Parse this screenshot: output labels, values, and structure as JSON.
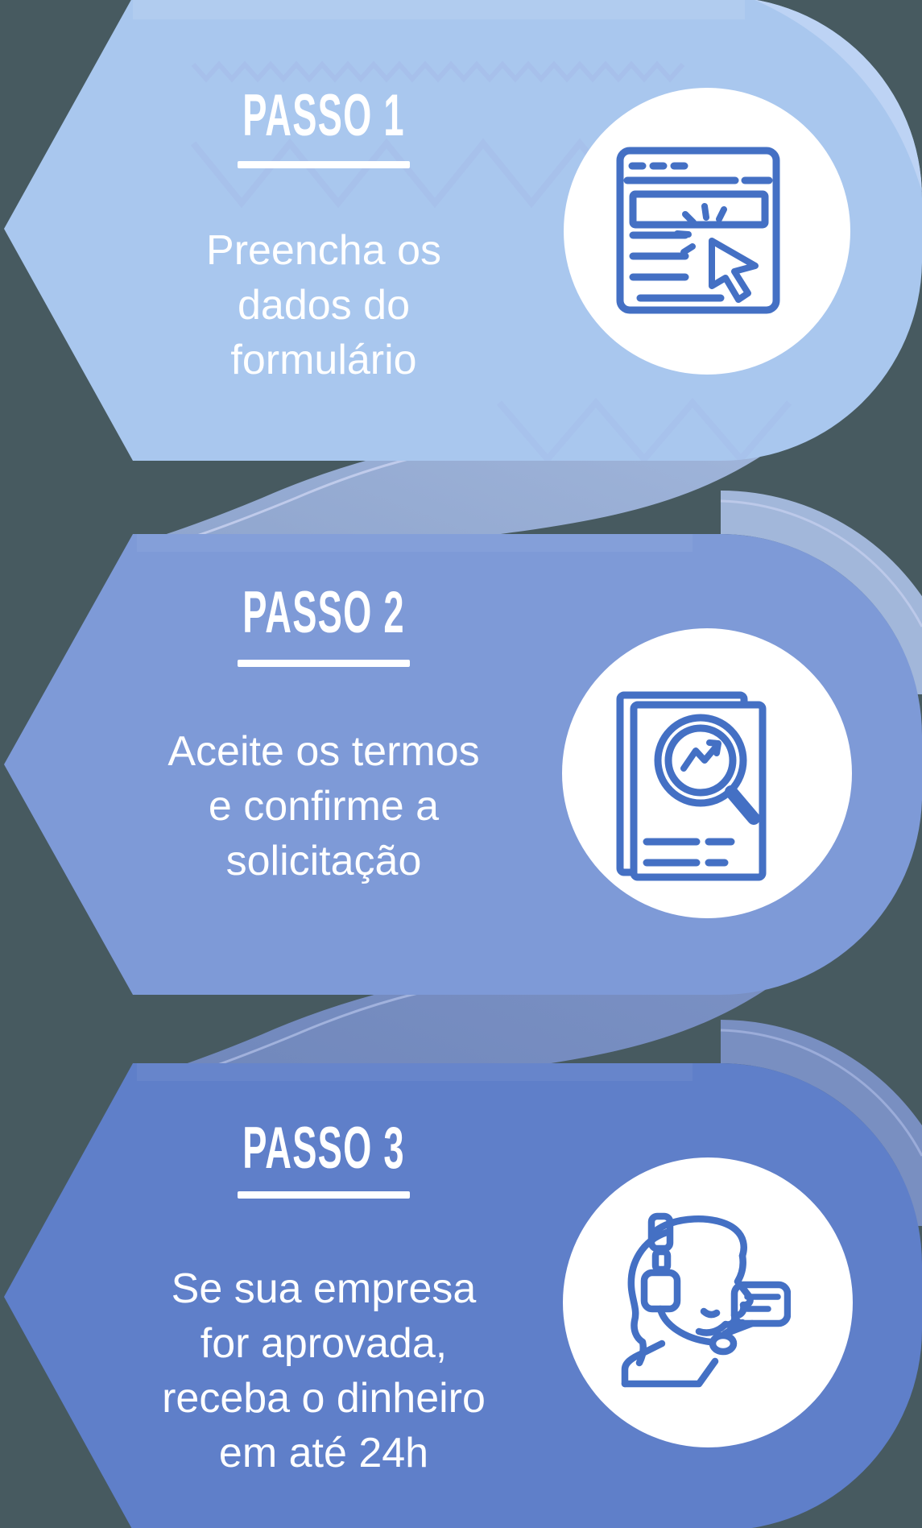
{
  "palette": {
    "background": "#475a60",
    "shape1": "#a9c7ee",
    "shape1_highlight": "#bdd3f4",
    "shape2": "#7e9ad7",
    "shape3": "#5f7fc9",
    "conn1_start": "#a6bbdf",
    "conn1_end": "#8da3cc",
    "conn1_hug": "#a5bade",
    "conn2_start": "#7e94c7",
    "conn2_end": "#6f86ba",
    "conn2_hug": "#7b91c4",
    "hairline_light": "#c7d0ef",
    "hairline_mid": "#a9b8e2",
    "pattern": "#9a90dc",
    "circle_fill": "#ffffff",
    "icon_blue": "#4470c4",
    "text_white": "#ffffff"
  },
  "steps": [
    {
      "title": "PASSO 1",
      "lines": [
        "Preencha os",
        "dados do",
        "formulário"
      ],
      "icon": "browser-click-icon"
    },
    {
      "title": "PASSO 2",
      "lines": [
        "Aceite os termos",
        "e confirme a",
        "solicitação"
      ],
      "icon": "document-search-icon"
    },
    {
      "title": "PASSO 3",
      "lines": [
        "Se sua empresa",
        "for aprovada,",
        "receba o dinheiro",
        "em até 24h"
      ],
      "icon": "support-agent-icon"
    }
  ]
}
